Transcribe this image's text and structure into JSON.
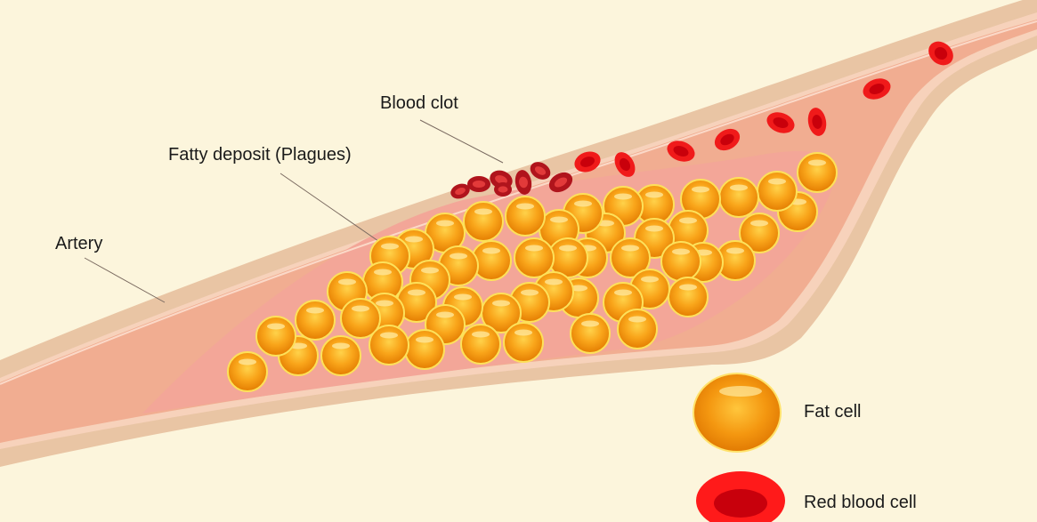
{
  "labels": {
    "blood_clot": "Blood clot",
    "fatty_deposit": "Fatty deposit (Plagues)",
    "artery": "Artery"
  },
  "legend": {
    "fat_cell": "Fat cell",
    "red_blood_cell": "Red blood cell"
  },
  "colors": {
    "background": "#fcf5dc",
    "artery_wall_outer": "#e9c5a4",
    "artery_wall_inner": "#f7d2bb",
    "lumen": "#f1ad91",
    "fat_cell": "#f08a00",
    "red_blood_cell": "#ee1c1c",
    "clot_cell": "#b0141c"
  }
}
